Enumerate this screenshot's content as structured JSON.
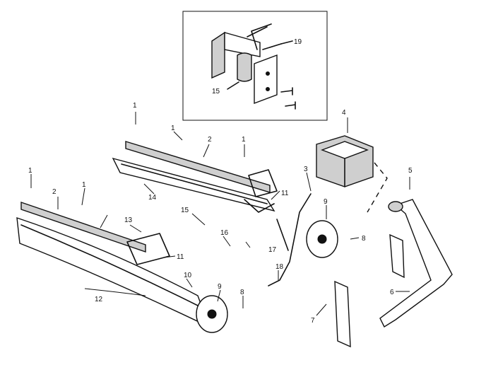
{
  "callouts": [
    "1",
    "1",
    "1",
    "1",
    "1",
    "2",
    "2",
    "3",
    "4",
    "5",
    "6",
    "7",
    "8",
    "8",
    "9",
    "9",
    "10",
    "11",
    "11",
    "12",
    "13",
    "14",
    "15",
    "15",
    "16",
    "17",
    "18",
    "19"
  ],
  "icons": {
    "burner": "burner-icon",
    "gas_valve": "gas-valve-icon",
    "pilot": "pilot-assembly-icon",
    "mixer": "air-mixer-icon",
    "manifold": "manifold-pipe-icon"
  }
}
